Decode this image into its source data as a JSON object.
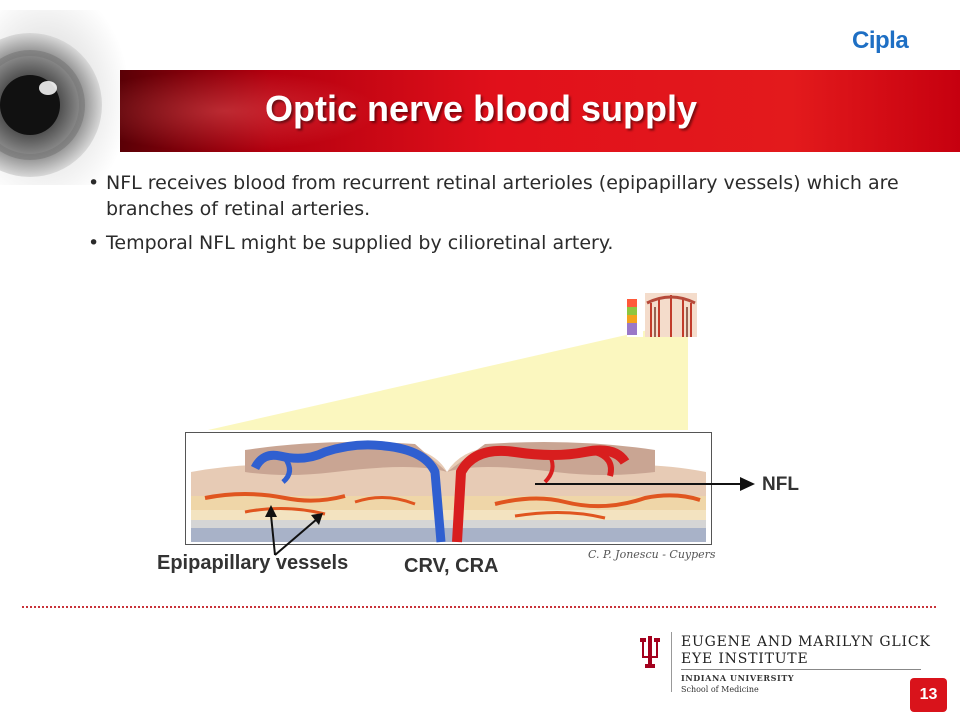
{
  "header": {
    "title": "Optic nerve blood supply",
    "logo_text": "Cipla",
    "brand_color": "#e31a1c",
    "logo_color": "#1e6fc4"
  },
  "bullets": [
    "NFL receives blood from recurrent retinal arterioles (epipapillary vessels) which are branches of retinal arteries.",
    "Temporal NFL might be supplied by cilioretinal artery."
  ],
  "bullet_glyph": "•",
  "figure": {
    "labels": {
      "nfl": "NFL",
      "epipapillary": "Epipapillary vessels",
      "crv_cra": "CRV, CRA",
      "artist": "C. P. Jonescu - Cuypers"
    }
  },
  "footer": {
    "institute_line1": "EUGENE AND MARILYN GLICK",
    "institute_line2": "EYE INSTITUTE",
    "university": "INDIANA UNIVERSITY",
    "school": "School of Medicine",
    "page_number": "13"
  }
}
